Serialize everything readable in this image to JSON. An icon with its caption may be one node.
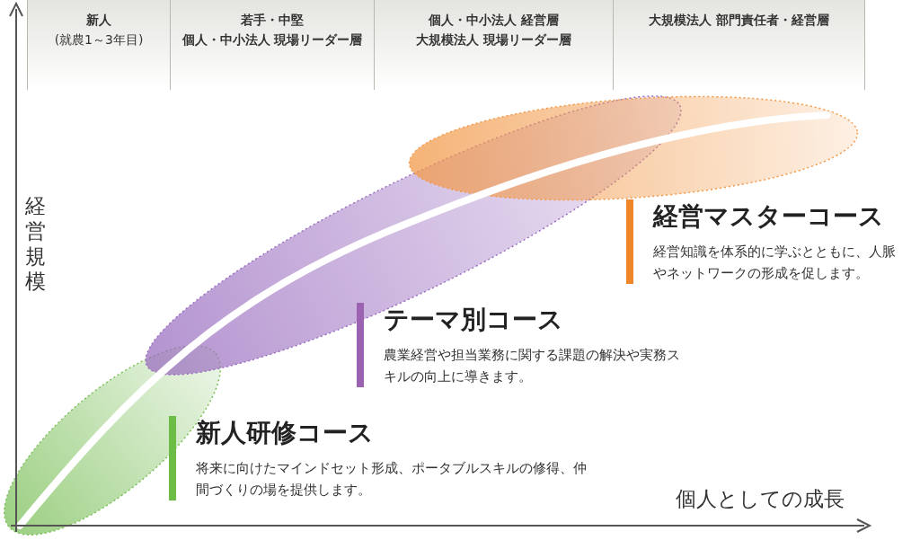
{
  "diagram": {
    "nodes": [
      {
        "text": [
          "新人",
          "(就農1～3年目)"
        ]
      },
      {
        "text": [
          "若手・中堅",
          "個人・中小法人 現場リーダー層"
        ]
      },
      {
        "text": [
          "個人・中小法人 経営層",
          "大規模法人 現場リーダー層"
        ]
      },
      {
        "text": [
          "大規模法人 部門責任者・経営層"
        ]
      },
      {
        "text": [
          "経営マスターコース",
          "経営知識を体系的に学ぶとともに、人脈やネットワークの形成を促します。"
        ]
      },
      {
        "text": [
          "テーマ別コース",
          "農業経営や担当業務に関する課題の解決や実務スキルの向上に導きます。"
        ]
      },
      {
        "text": [
          "新人研修コース",
          "将来に向けたマインドセット形成、ポータブルスキルの修得、仲間づくりの場を提供します。"
        ]
      }
    ],
    "labels": [
      "経営規模",
      "個人としての成長"
    ]
  }
}
